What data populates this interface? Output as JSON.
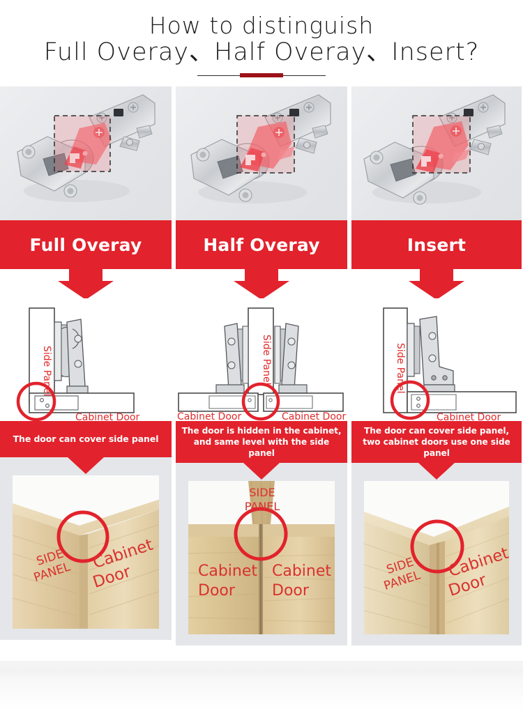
{
  "title": {
    "line1": "How to distinguish",
    "line2": "Full Overay、Half Overay、Insert?"
  },
  "colors": {
    "banner_red": "#e2222c",
    "accent_dark_red": "#9d1218",
    "label_red": "#e02a2a",
    "panel_gray": "#e4e6e9",
    "highlight_pink": "#f8a7ab"
  },
  "columns": [
    {
      "name": "Full Overay",
      "hinge_photo": {
        "alt": "full-overlay-cabinet-hinge",
        "highlight_label": "hinge arm highlighted"
      },
      "diagram": {
        "side_panel_label": "Side Panel",
        "door_labels": [
          "Cabinet Door"
        ]
      },
      "description": "The door can cover side panel",
      "photo": {
        "alt": "cabinet-corner-full-overlay",
        "labels": [
          "SIDE PANEL",
          "Cabinet Door"
        ]
      }
    },
    {
      "name": "Half Overay",
      "hinge_photo": {
        "alt": "half-overlay-cabinet-hinge",
        "highlight_label": "hinge arm highlighted"
      },
      "diagram": {
        "side_panel_label": "Side Panel",
        "door_labels": [
          "Cabinet Door",
          "Cabinet Door"
        ]
      },
      "description": "The door is hidden in the cabinet, and same level with the side panel",
      "photo": {
        "alt": "cabinet-front-half-overlay",
        "labels": [
          "SIDE PANEL",
          "Cabinet Door",
          "Cabinet Door"
        ]
      }
    },
    {
      "name": "Insert",
      "hinge_photo": {
        "alt": "insert-cabinet-hinge",
        "highlight_label": "hinge arm highlighted"
      },
      "diagram": {
        "side_panel_label": "Side Panel",
        "door_labels": [
          "Cabinet Door"
        ]
      },
      "description": "The door can cover side panel, two cabinet doors use one side panel",
      "photo": {
        "alt": "cabinet-corner-insert",
        "labels": [
          "SIDE PANEL",
          "Cabinet Door"
        ]
      }
    }
  ]
}
